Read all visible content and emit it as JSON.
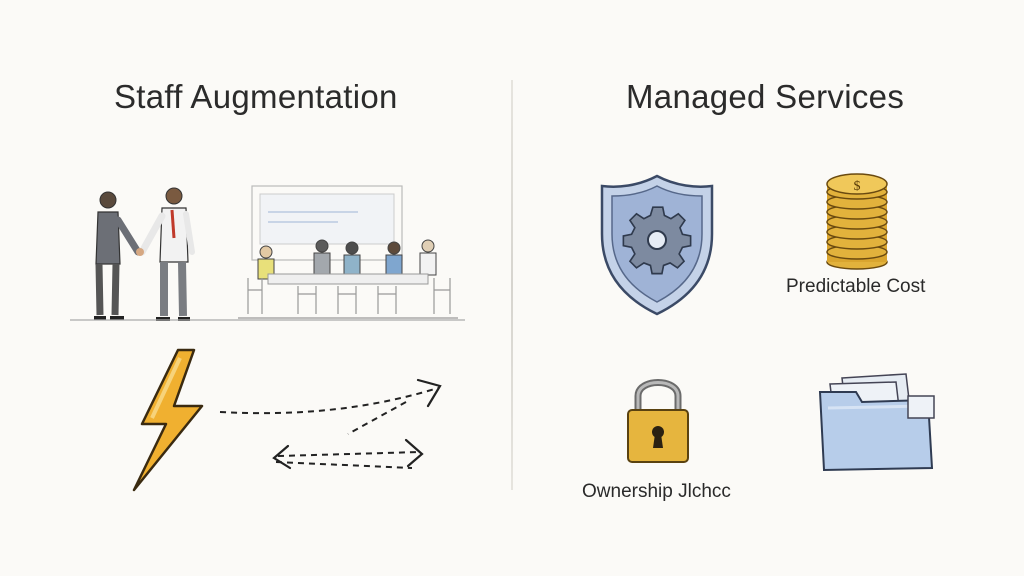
{
  "columns": {
    "left": {
      "title": "Staff Augmentation"
    },
    "right": {
      "title": "Managed Services",
      "items": [
        {
          "icon": "shield-gear-icon",
          "label": ""
        },
        {
          "icon": "coin-stack-icon",
          "label": "Predictable Cost"
        },
        {
          "icon": "padlock-icon",
          "label": "Ownership Jlchcc"
        },
        {
          "icon": "folder-icon",
          "label": ""
        }
      ]
    }
  },
  "illustrations": [
    "handshake-icon",
    "team-meeting-icon",
    "lightning-bolt-icon",
    "dashed-arrows-icon"
  ],
  "colors": {
    "background": "#fbfaf7",
    "text": "#2b2b2b",
    "shield": "#9fb3d6",
    "gold": "#e2b23c",
    "bolt": "#f0b030",
    "folder": "#b7cdea"
  }
}
